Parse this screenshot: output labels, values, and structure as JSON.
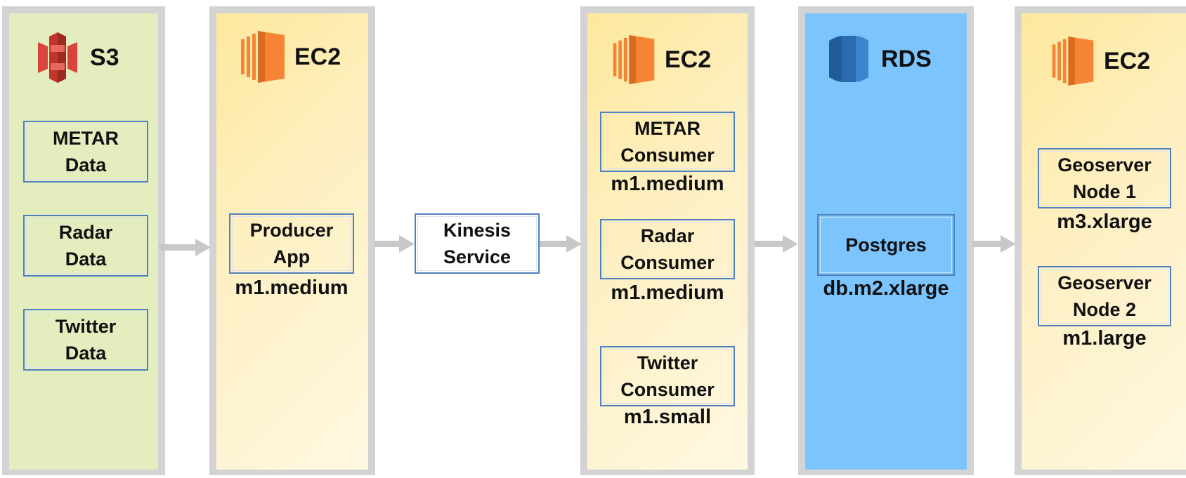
{
  "columns": {
    "s3": {
      "title": "S3",
      "icon": "s3-bucket-icon",
      "color": "#e3edbe",
      "items": [
        {
          "line1": "METAR",
          "line2": "Data"
        },
        {
          "line1": "Radar",
          "line2": "Data"
        },
        {
          "line1": "Twitter",
          "line2": "Data"
        }
      ]
    },
    "ec2_producer": {
      "title": "EC2",
      "icon": "ec2-instance-icon",
      "box": {
        "line1": "Producer",
        "line2": "App"
      },
      "instance": "m1.medium"
    },
    "kinesis": {
      "box": {
        "line1": "Kinesis",
        "line2": "Service"
      }
    },
    "ec2_consumers": {
      "title": "EC2",
      "icon": "ec2-instance-icon",
      "items": [
        {
          "line1": "METAR",
          "line2": "Consumer",
          "instance": "m1.medium"
        },
        {
          "line1": "Radar",
          "line2": "Consumer",
          "instance": "m1.medium"
        },
        {
          "line1": "Twitter",
          "line2": "Consumer",
          "instance": "m1.small"
        }
      ]
    },
    "rds": {
      "title": "RDS",
      "icon": "rds-database-icon",
      "color": "#7bc4fd",
      "box": {
        "label": "Postgres"
      },
      "instance": "db.m2.xlarge"
    },
    "ec2_geoserver": {
      "title": "EC2",
      "icon": "ec2-instance-icon",
      "items": [
        {
          "line1": "Geoserver",
          "line2": "Node 1",
          "instance": "m3.xlarge"
        },
        {
          "line1": "Geoserver",
          "line2": "Node 2",
          "instance": "m1.large"
        }
      ]
    }
  },
  "colors": {
    "ec2_orange": "#f58534",
    "s3_red": "#d9443b",
    "rds_blue": "#2d72b8",
    "box_border": "#4f81bd",
    "arrow_gray": "#c8c8c8",
    "panel_border": "#d3d3d3"
  }
}
